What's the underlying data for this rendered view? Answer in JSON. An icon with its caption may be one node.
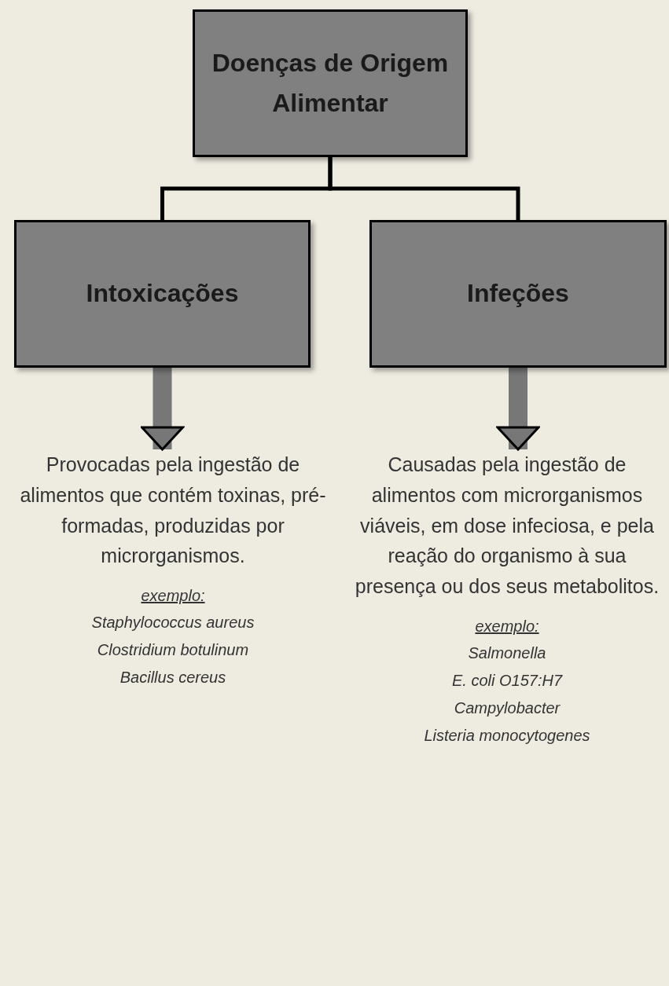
{
  "diagram": {
    "nodes": [
      {
        "text": [
          "Doenças de Origem Alimentar"
        ]
      },
      {
        "text": [
          "Intoxicações"
        ]
      },
      {
        "text": [
          "Infeções"
        ]
      },
      {
        "text": [
          "Provocadas pela ingestão de alimentos que contém toxinas, pré-formadas, produzidas por microrganismos.",
          "exemplo:",
          "Staphylococcus aureus",
          "Clostridium botulinum",
          "Bacillus cereus"
        ]
      },
      {
        "text": [
          "Causadas pela ingestão de alimentos com microrganismos viáveis, em dose infeciosa, e pela reação do organismo à sua presença ou dos seus metabolitos.",
          "exemplo:",
          "Salmonella",
          "E. coli O157:H7",
          "Campylobacter",
          "Listeria monocytogenes"
        ]
      }
    ],
    "edges": [
      {
        "from": 0,
        "to": 1,
        "arrow": "none"
      },
      {
        "from": 0,
        "to": 2,
        "arrow": "none"
      },
      {
        "from": 1,
        "to": 3,
        "arrow": "to",
        "style": "thick",
        "color": "#777777"
      },
      {
        "from": 2,
        "to": 4,
        "arrow": "to",
        "style": "thick",
        "color": "#777777"
      }
    ]
  }
}
